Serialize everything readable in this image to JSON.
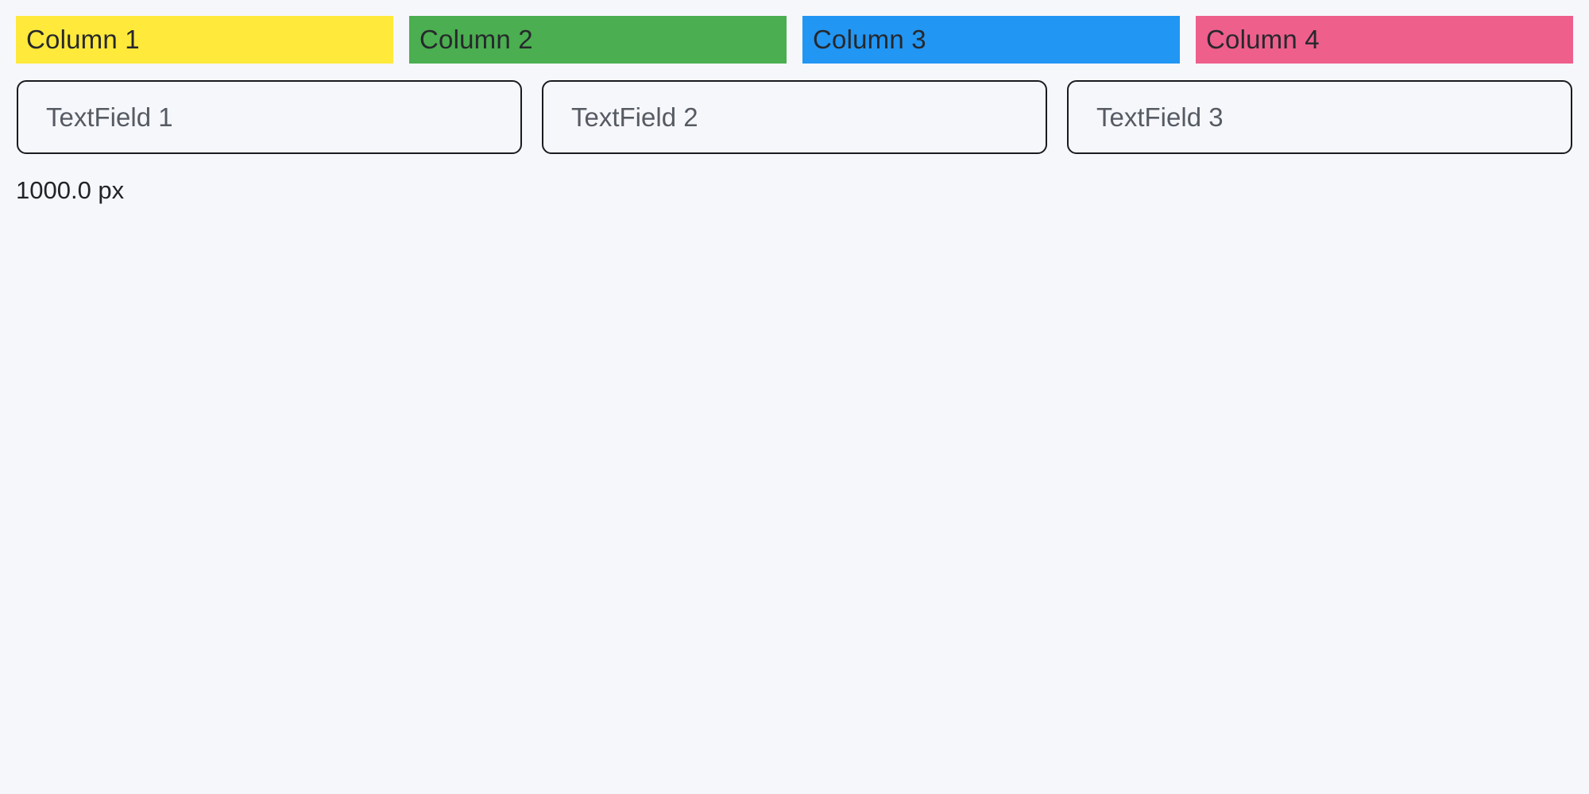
{
  "columns": [
    {
      "label": "Column 1",
      "color": "#ffe93b"
    },
    {
      "label": "Column 2",
      "color": "#4bae50"
    },
    {
      "label": "Column 3",
      "color": "#2196f3"
    },
    {
      "label": "Column 4",
      "color": "#ee5f8c"
    }
  ],
  "textfields": [
    {
      "placeholder": "TextField 1",
      "value": ""
    },
    {
      "placeholder": "TextField 2",
      "value": ""
    },
    {
      "placeholder": "TextField 3",
      "value": ""
    }
  ],
  "footer": {
    "width_label": "1000.0 px"
  },
  "colors": {
    "background": "#f6f7fb",
    "field_border": "#1a1b1f",
    "placeholder_text": "#565b63",
    "header_text": "#26282c"
  }
}
